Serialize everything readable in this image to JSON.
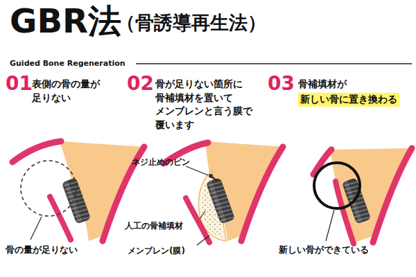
{
  "diagram": {
    "title": "GBR法",
    "labels": [
      "（骨誘導再生法）",
      "Guided Bone Regeneration",
      "01",
      "表側の骨の量が 足りない",
      "02",
      "骨が足りない箇所に 骨補填材を置いて メンブレンと言う膜で 覆います",
      "03",
      "骨補填材が",
      "新しい骨に置き換わる",
      "骨の量が足りない",
      "ネジ止めのピン",
      "人工の骨補填材",
      "メンブレン(膜)",
      "新しい骨ができている"
    ]
  }
}
